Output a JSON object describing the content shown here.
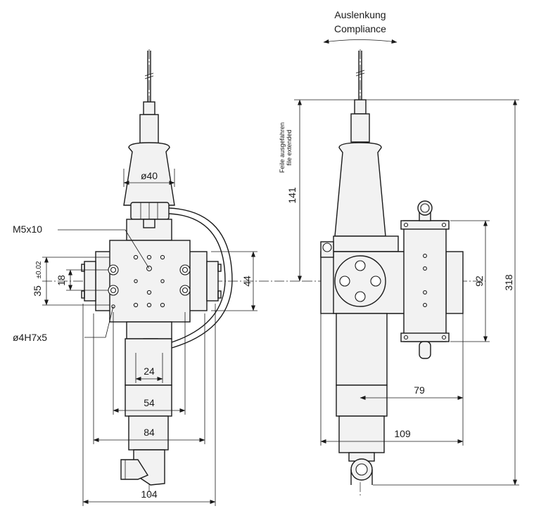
{
  "compliance": {
    "de": "Auslenkung",
    "en": "Compliance"
  },
  "note_file_extended": {
    "de": "Feile ausgefahren",
    "en": "file extended"
  },
  "front_view": {
    "dims": {
      "diameter": "ø40",
      "thread": "M5x10",
      "pin_hole": "ø4H7x5",
      "height_35": "35",
      "tolerance": "±0.02",
      "height_18": "18",
      "height_44": "44",
      "width_24": "24",
      "width_54": "54",
      "width_84": "84",
      "width_104": "104"
    }
  },
  "side_view": {
    "dims": {
      "stroke": "141",
      "height_92": "92",
      "total_height": "318",
      "width_79": "79",
      "width_109": "109"
    }
  }
}
